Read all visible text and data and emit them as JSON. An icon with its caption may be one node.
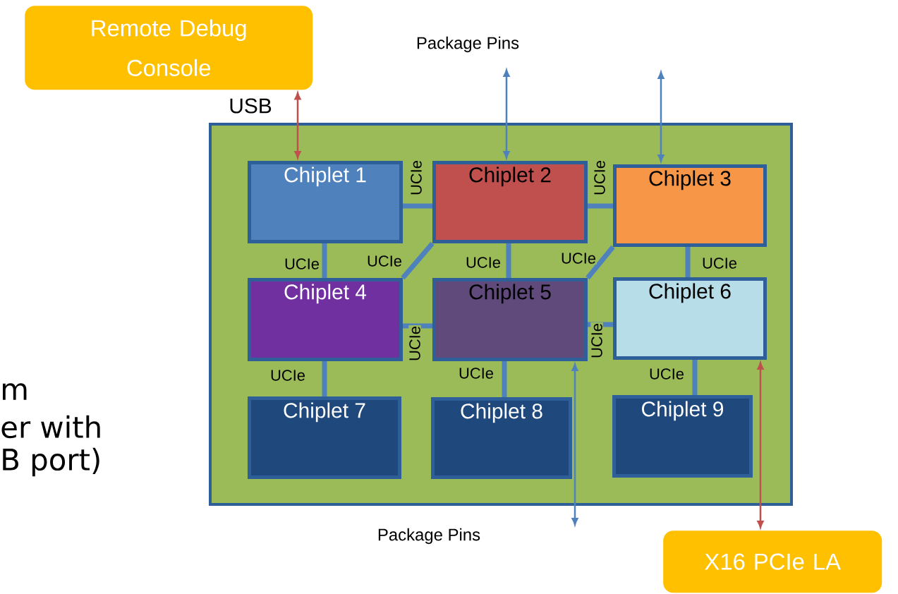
{
  "diagram": {
    "nodes": [
      {
        "text": [
          "Remote Debug Console"
        ]
      },
      {
        "text": [],
        "shape": "box"
      },
      {
        "text": [
          "Chiplet 1"
        ],
        "in": 1
      },
      {
        "text": [
          "Chiplet 2"
        ],
        "in": 1
      },
      {
        "text": [
          "Chiplet 3"
        ],
        "in": 1
      },
      {
        "text": [
          "Chiplet 4"
        ],
        "in": 1
      },
      {
        "text": [
          "Chiplet 5"
        ],
        "in": 1
      },
      {
        "text": [
          "Chiplet 6"
        ],
        "in": 1
      },
      {
        "text": [
          "Chiplet 7"
        ],
        "in": 1
      },
      {
        "text": [
          "Chiplet 8"
        ],
        "in": 1
      },
      {
        "text": [
          "Chiplet 9"
        ],
        "in": 1
      },
      {
        "text": [
          "X16 PCIe LA"
        ]
      }
    ],
    "edges": [
      {
        "from": 0,
        "to": 2,
        "arrow": "both",
        "color": "#c0504d"
      },
      {
        "from": null,
        "to": 3,
        "arrow": "both"
      },
      {
        "from": null,
        "to": 4,
        "arrow": "both"
      },
      {
        "from": 6,
        "to": null,
        "arrow": "both"
      },
      {
        "from": 7,
        "to": 11,
        "arrow": "both",
        "color": "#c0504d"
      },
      {
        "from": 2,
        "to": 3,
        "arrow": "none",
        "label": "UCIe"
      },
      {
        "from": 3,
        "to": 4,
        "arrow": "none",
        "label": "UCIe"
      },
      {
        "from": 2,
        "to": 5,
        "arrow": "none",
        "label": "UCIe"
      },
      {
        "from": 3,
        "to": 5,
        "arrow": "none",
        "label": "UCIe"
      },
      {
        "from": 3,
        "to": 6,
        "arrow": "none",
        "label": "UCIe"
      },
      {
        "from": 4,
        "to": 6,
        "arrow": "none",
        "label": "UCIe"
      },
      {
        "from": 4,
        "to": 7,
        "arrow": "none",
        "label": "UCIe"
      },
      {
        "from": 5,
        "to": 6,
        "arrow": "none",
        "label": "UCIe"
      },
      {
        "from": 6,
        "to": 7,
        "arrow": "none",
        "label": "UCIe"
      },
      {
        "from": 5,
        "to": 8,
        "arrow": "none",
        "label": "UCIe"
      },
      {
        "from": 6,
        "to": 9,
        "arrow": "none",
        "label": "UCIe"
      },
      {
        "from": 7,
        "to": 10,
        "arrow": "none",
        "label": "UCIe"
      }
    ],
    "labels": [
      "Package Pins",
      "USB",
      "m",
      "er with",
      "B port)",
      "Package Pins"
    ]
  }
}
